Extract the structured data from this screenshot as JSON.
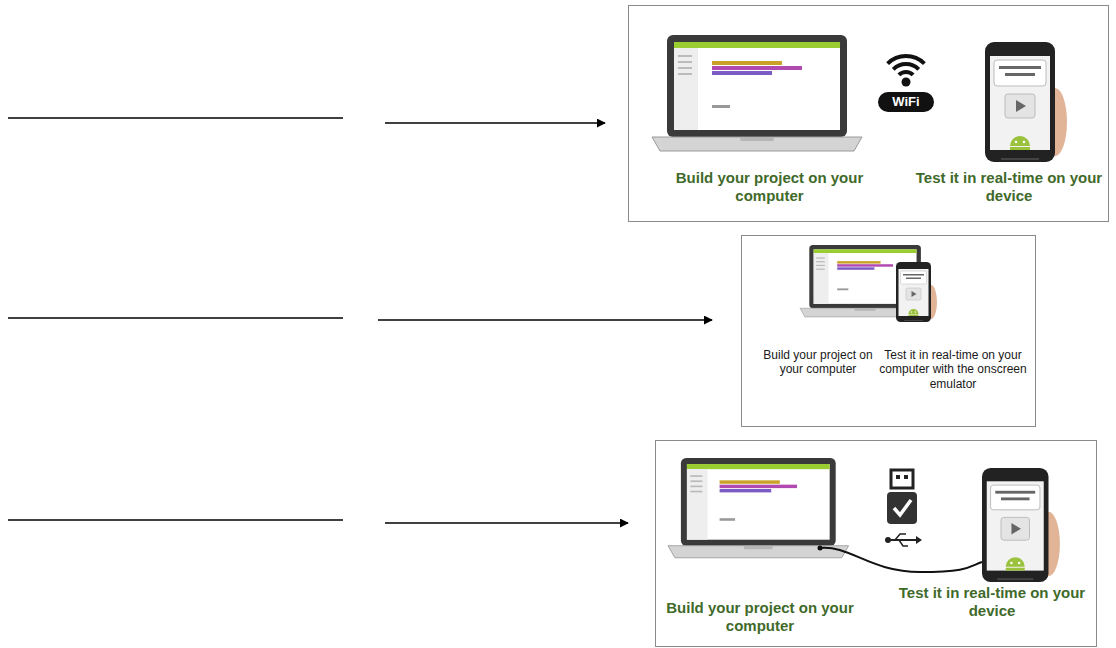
{
  "diagram": {
    "nodes": [
      {
        "text": [
          "Build your project on your computer",
          "Test it in real-time on your device"
        ]
      },
      {
        "text": [
          "Build your project on your computer",
          "Test it in real-time on your computer with the onscreen emulator"
        ]
      },
      {
        "text": [
          "Build your project on your computer",
          "Test it in real-time on your device"
        ]
      }
    ],
    "labels": [
      "WiFi"
    ]
  }
}
